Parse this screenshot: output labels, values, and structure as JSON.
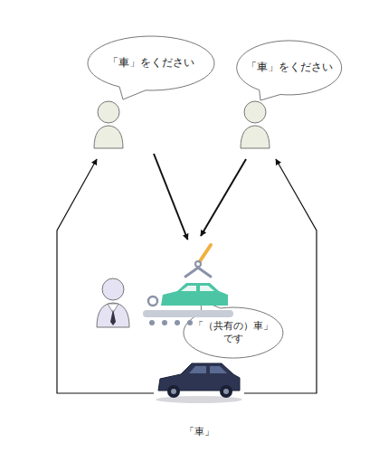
{
  "diagram": {
    "nodes": [
      {
        "text": [
          "「車」をください"
        ]
      },
      {
        "text": [
          "「車」をください"
        ]
      },
      {
        "text": [
          "「（共有の）車」 です"
        ]
      },
      {
        "text": [
          "「車」"
        ]
      }
    ],
    "edges": [
      {
        "from": 0,
        "to": 2,
        "arrow": "to"
      },
      {
        "from": 1,
        "to": 2,
        "arrow": "to"
      },
      {
        "from": 3,
        "to": 0,
        "arrow": "to"
      },
      {
        "from": 3,
        "to": 1,
        "arrow": "to"
      }
    ]
  }
}
